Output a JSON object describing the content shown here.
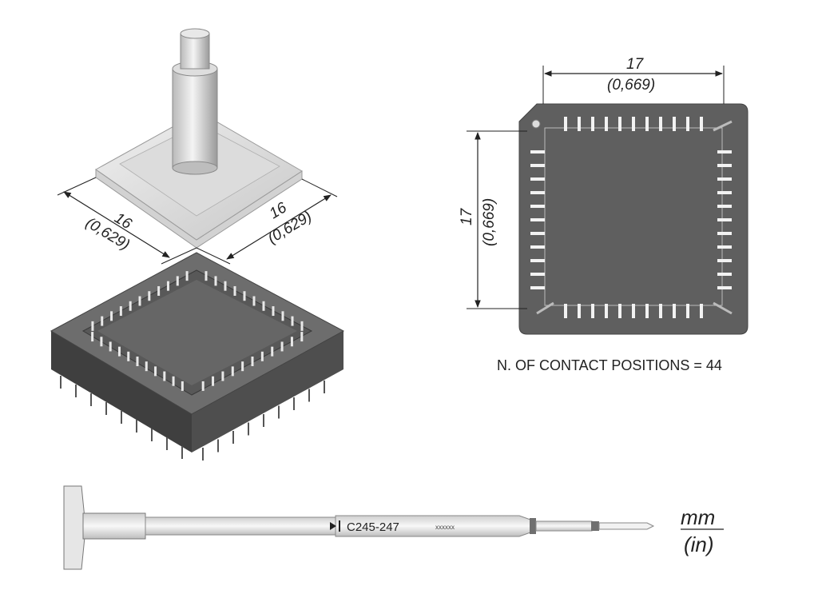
{
  "tip_iso": {
    "dim_a_mm": "16",
    "dim_a_in": "(0,629)",
    "dim_b_mm": "16",
    "dim_b_in": "(0,629)"
  },
  "socket_top": {
    "width_mm": "17",
    "width_in": "(0,669)",
    "height_mm": "17",
    "height_in": "(0,669)",
    "pins_per_side": 11
  },
  "contact_note": "N. OF CONTACT POSITIONS = 44",
  "tool": {
    "model": "C245-247",
    "serial": "xxxxxx"
  },
  "units": {
    "metric": "mm",
    "imperial": "(in)"
  },
  "colors": {
    "socket_body": "#5f5f5f",
    "dimension_line": "#222222",
    "metal": "#d9d9d9"
  }
}
